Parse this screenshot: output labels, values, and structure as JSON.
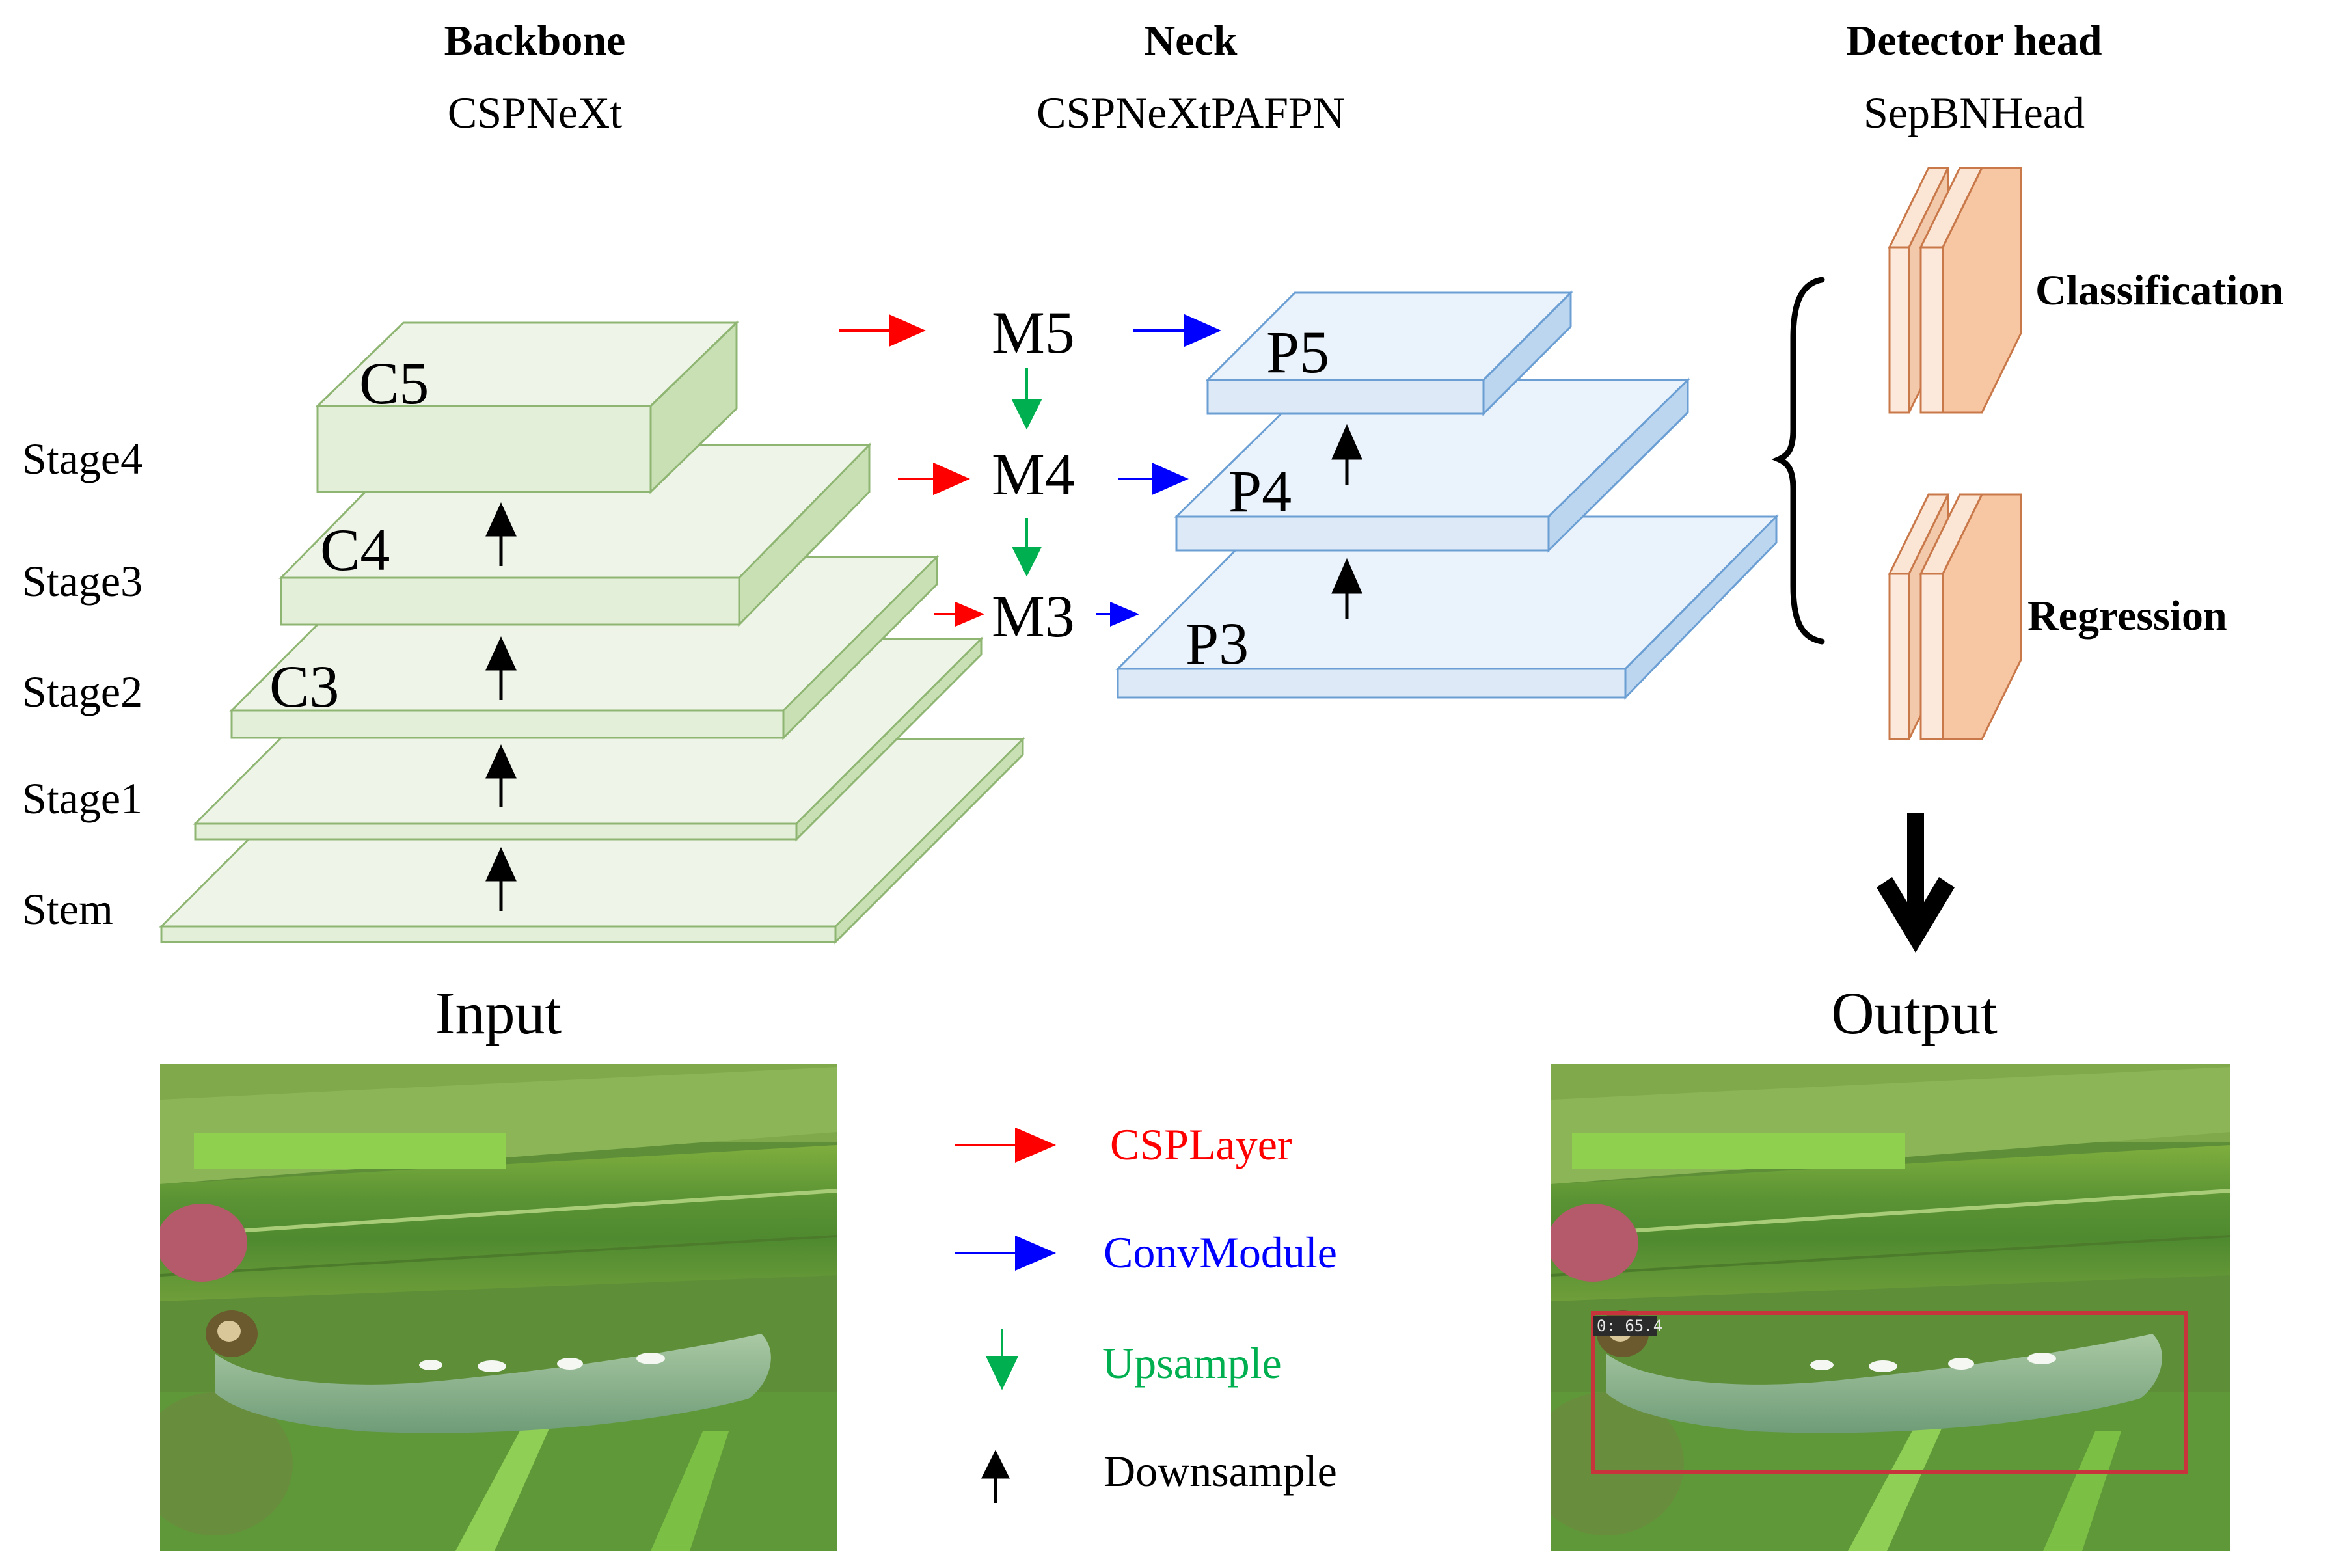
{
  "headers": {
    "backbone": {
      "title": "Backbone",
      "subtitle": "CSPNeXt"
    },
    "neck": {
      "title": "Neck",
      "subtitle": "CSPNeXtPAFPN"
    },
    "head": {
      "title": "Detector head",
      "subtitle": "SepBNHead"
    }
  },
  "stages": [
    "Stage4",
    "Stage3",
    "Stage2",
    "Stage1",
    "Stem"
  ],
  "backbone_levels": [
    "C5",
    "C4",
    "C3"
  ],
  "neck_middle": [
    "M5",
    "M4",
    "M3"
  ],
  "neck_outputs": [
    "P5",
    "P4",
    "P3"
  ],
  "head_outputs": [
    "Classification",
    "Regression"
  ],
  "io": {
    "input": "Input",
    "output": "Output"
  },
  "detection": {
    "box_label": "0: 65.4"
  },
  "legend": [
    {
      "label": "CSPLayer",
      "color": "#ff0000",
      "icon": "right-arrow-icon"
    },
    {
      "label": "ConvModule",
      "color": "#0000ff",
      "icon": "right-arrow-icon"
    },
    {
      "label": "Upsample",
      "color": "#00b050",
      "icon": "down-arrow-icon"
    },
    {
      "label": "Downsample",
      "color": "#000000",
      "icon": "up-arrow-icon"
    }
  ],
  "colors": {
    "backbone_fill": "#e3efd9",
    "neck_fill": "#dde9f6",
    "head_fill": "#f7c6a2",
    "box_red": "#c8343c"
  }
}
